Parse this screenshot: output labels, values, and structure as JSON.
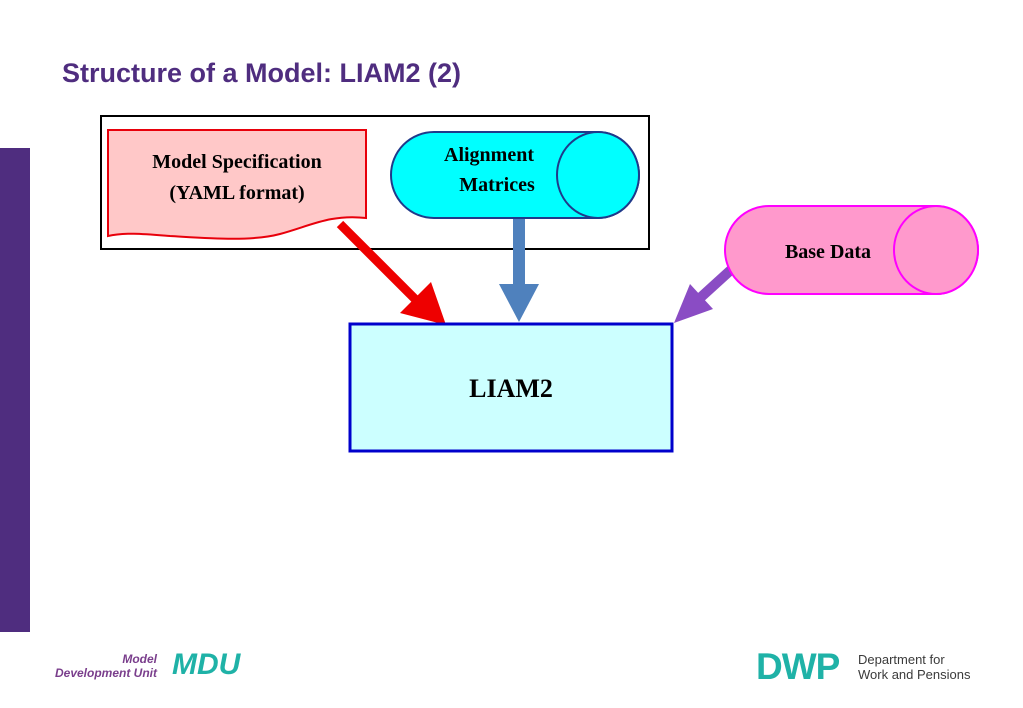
{
  "slide": {
    "title": "Structure of a Model:  LIAM2 (2)"
  },
  "diagram": {
    "model_spec": {
      "line1": "Model Specification",
      "line2": "(YAML format)"
    },
    "alignment": {
      "line1": "Alignment",
      "line2": "Matrices"
    },
    "base_data": {
      "label": "Base Data"
    },
    "liam2": {
      "label": "LIAM2"
    }
  },
  "footer": {
    "mdu_line1": "Model",
    "mdu_line2": "Development Unit",
    "mdu_abbrev": "MDU",
    "dwp_abbrev": "DWP",
    "dwp_line1": "Department for",
    "dwp_line2": "Work and Pensions"
  },
  "colors": {
    "title": "#4f2d7f",
    "sidebar": "#4f2d7f",
    "model_spec_fill": "#ffc8c8",
    "model_spec_border": "#e8000b",
    "alignment_fill": "#00ffff",
    "alignment_border": "#1f3a8a",
    "base_data_fill": "#ff99cc",
    "base_data_border": "#ff00ff",
    "liam2_fill": "#ccffff",
    "liam2_border": "#0000cc",
    "arrow_red": "#ee0000",
    "arrow_blue": "#4f81bd",
    "arrow_purple": "#8a4cc4",
    "brand_teal": "#1fb2a7"
  }
}
